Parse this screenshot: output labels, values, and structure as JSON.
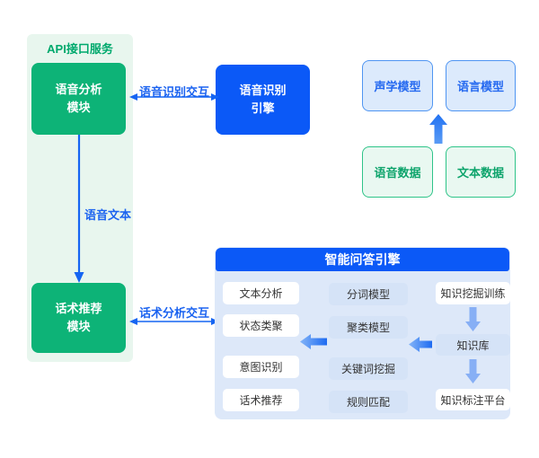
{
  "colors": {
    "green_node": "#0db377",
    "mint_panel_bg": "#e8f6ee",
    "green_title_text": "#00a96d",
    "blue_node": "#0b59f7",
    "model_box_bg": "#dceafc",
    "model_box_border": "#4f95f2",
    "model_box_text": "#2569f0",
    "data_box_bg": "#e9f8f1",
    "data_box_border": "#2fc489",
    "data_box_text": "#0ea46c",
    "qa_panel_bg": "#dde8f9",
    "qa_item_blue_bg": "#d5e3f7",
    "qa_item_text": "#333333",
    "connector_blue": "#1565f2",
    "label_blue_text": "#1b63f0",
    "fat_arrow_gradient": [
      "#83b4f8",
      "#1e6bf1"
    ],
    "small_down_arrow": "#87aff5"
  },
  "api_panel": {
    "title": "API接口服务",
    "voice_analysis_module": "语音分析\n模块",
    "script_recommend_module": "话术推荐\n模块"
  },
  "speech_engine": {
    "label": "语音识别\n引擎"
  },
  "connections": {
    "voice_recognition_interaction": "语音识别交互",
    "voice_text": "语音文本",
    "script_analysis_interaction": "话术分析交互"
  },
  "training_cluster": {
    "acoustic_model": "声学模型",
    "language_model": "语言模型",
    "voice_data": "语音数据",
    "text_data": "文本数据"
  },
  "qa_engine": {
    "title": "智能问答引擎",
    "analysis_steps": [
      "文本分析",
      "状态类聚",
      "意图识别",
      "话术推荐"
    ],
    "models": [
      "分词模型",
      "聚类模型",
      "关键词挖掘",
      "规则匹配"
    ],
    "knowledge": [
      "知识挖掘训练",
      "知识库",
      "知识标注平台"
    ]
  }
}
